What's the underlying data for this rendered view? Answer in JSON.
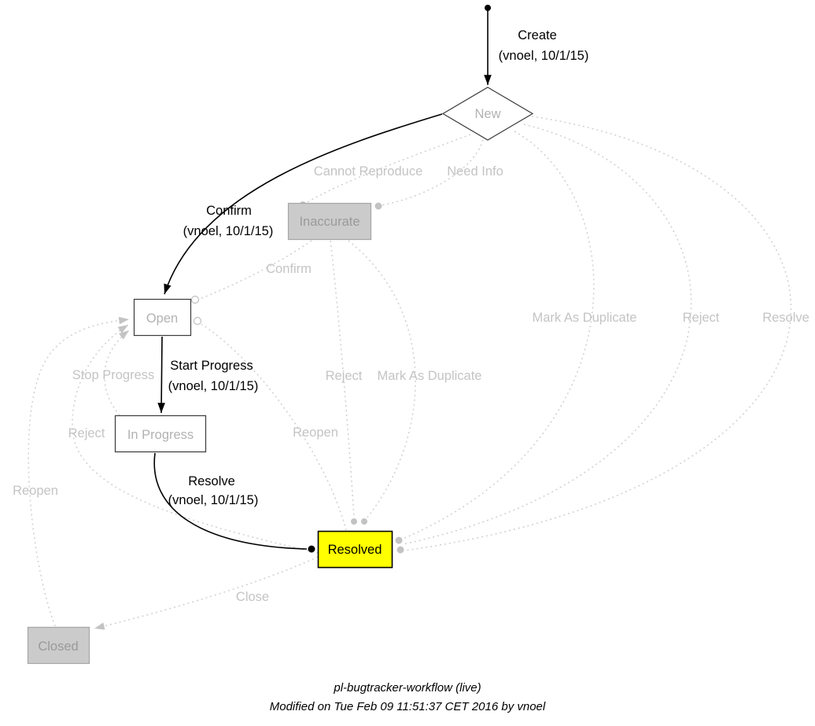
{
  "diagram": {
    "nodes": {
      "new": "New",
      "inaccurate": "Inaccurate",
      "open": "Open",
      "in_progress": "In Progress",
      "resolved": "Resolved",
      "closed": "Closed"
    },
    "active_edges": {
      "create": {
        "label": "Create",
        "annotation": "(vnoel, 10/1/15)"
      },
      "confirm": {
        "label": "Confirm",
        "annotation": "(vnoel, 10/1/15)"
      },
      "start_progress": {
        "label": "Start Progress",
        "annotation": "(vnoel, 10/1/15)"
      },
      "resolve": {
        "label": "Resolve",
        "annotation": "(vnoel, 10/1/15)"
      }
    },
    "inactive_edges": {
      "cannot_reproduce": "Cannot Reproduce",
      "need_info": "Need Info",
      "confirm": "Confirm",
      "stop_progress": "Stop Progress",
      "reject_left": "Reject",
      "reopen_left": "Reopen",
      "reopen_mid": "Reopen",
      "reject_mid": "Reject",
      "mark_as_duplicate_mid": "Mark As Duplicate",
      "mark_as_duplicate_right": "Mark As Duplicate",
      "reject_right": "Reject",
      "resolve_right": "Resolve",
      "close": "Close"
    }
  },
  "colors": {
    "highlight": "#ffff00",
    "inactive_fill": "#cbcbcb",
    "edge_active": "#000000",
    "edge_inactive": "#d2d2d2"
  },
  "footer": {
    "title": "pl-bugtracker-workflow (live)",
    "modified": "Modified on Tue Feb 09 11:51:37 CET 2016 by vnoel"
  }
}
